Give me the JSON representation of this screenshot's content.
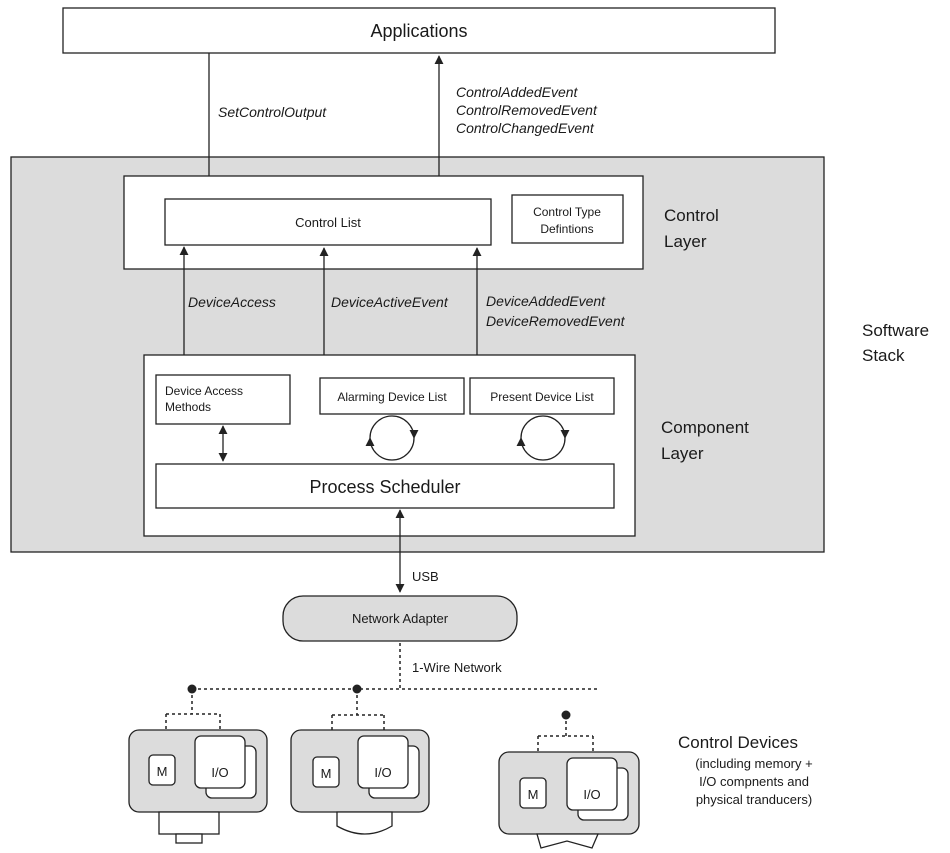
{
  "applications": "Applications",
  "app_down_event": "SetControlOutput",
  "app_up_events": [
    "ControlAddedEvent",
    "ControlRemovedEvent",
    "ControlChangedEvent"
  ],
  "control_list": "Control List",
  "control_type_defs": [
    "Control Type",
    "Defintions"
  ],
  "control_layer": [
    "Control",
    "Layer"
  ],
  "software_stack": [
    "Software",
    "Stack"
  ],
  "device_access": "DeviceAccess",
  "device_active_event": "DeviceActiveEvent",
  "device_events": [
    "DeviceAddedEvent",
    "DeviceRemovedEvent"
  ],
  "device_access_methods": [
    "Device Access",
    "Methods"
  ],
  "alarming_device_list": "Alarming Device List",
  "present_device_list": "Present Device List",
  "component_layer": [
    "Component",
    "Layer"
  ],
  "process_scheduler": "Process Scheduler",
  "usb": "USB",
  "network_adapter": "Network Adapter",
  "network": "1-Wire Network",
  "memory_label": "M",
  "io_label": "I/O",
  "control_devices_title": "Control Devices",
  "control_devices_note": [
    "(including memory +",
    "I/O compnents and",
    "physical tranducers)"
  ]
}
